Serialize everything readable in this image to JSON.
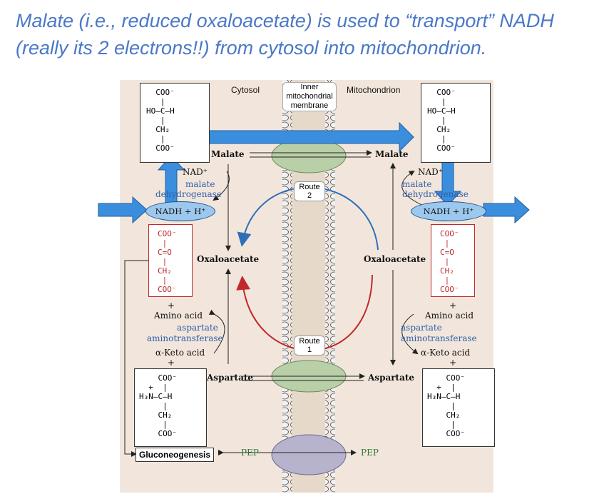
{
  "title": {
    "line1": "Malate (i.e., reduced oxaloacetate) is used to “transport” NADH",
    "line2": "(really its 2 electrons!!)  from cytosol into mitochondrion."
  },
  "compartments": {
    "cytosol": "Cytosol",
    "mitochondrion": "Mitochondrion",
    "membrane": "Inner mitochondrial membrane"
  },
  "metabolites": {
    "malate_cyto": "Malate",
    "malate_mito": "Malate",
    "oaa_cyto": "Oxaloacetate",
    "oaa_mito": "Oxaloacetate",
    "asp_cyto": "Aspartate",
    "asp_mito": "Aspartate",
    "nad": "NAD⁺",
    "nadh": "NADH + H⁺",
    "amino_acid": "Amino acid",
    "keto_acid": "α-Keto acid",
    "plus": "+",
    "pep": "PEP",
    "gluconeogenesis": "Gluconeogenesis"
  },
  "enzymes": {
    "mdh_cyto_1": "malate",
    "mdh_cyto_2": "dehydrogenase",
    "mdh_mito_1": "malate",
    "mdh_mito_2": "dehydrogenase",
    "at_cyto_1": "aspartate",
    "at_cyto_2": "aminotransferase",
    "at_mito_1": "aspartate",
    "at_mito_2": "aminotransferase"
  },
  "routes": {
    "route1": "Route 1",
    "route2": "Route 2"
  },
  "structures": {
    "malate": "  COO⁻\n   |\nHO—C—H\n   |\n  CH₂\n   |\n  COO⁻",
    "oaa": "COO⁻\n |\nC=O\n |\nCH₂\n |\nCOO⁻",
    "asp": "    COO⁻\n  +  |\nH₃N—C—H\n     |\n    CH₂\n     |\n    COO⁻"
  },
  "colors": {
    "title": "#4a78c8",
    "panel_bg": "#f2e6dc",
    "arrow_blue": "#3b8ede",
    "route2": "#2f6fb8",
    "route1": "#c0282c",
    "transporter_green": "#b9cfa8",
    "transporter_purple": "#b8b3cc"
  }
}
